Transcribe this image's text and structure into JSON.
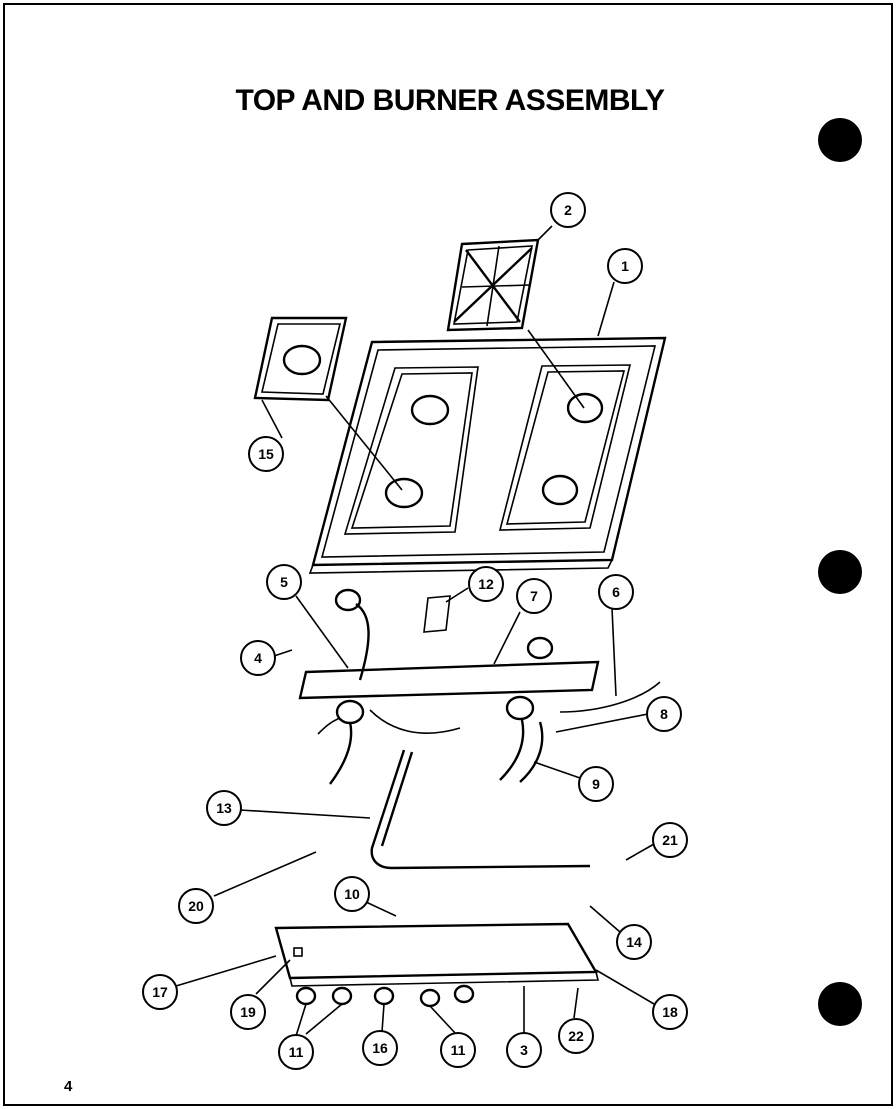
{
  "title": "TOP AND BURNER ASSEMBLY",
  "page_number": "4",
  "callouts": [
    {
      "id": "c1",
      "label": "1"
    },
    {
      "id": "c2",
      "label": "2"
    },
    {
      "id": "c3",
      "label": "3"
    },
    {
      "id": "c4",
      "label": "4"
    },
    {
      "id": "c5",
      "label": "5"
    },
    {
      "id": "c6",
      "label": "6"
    },
    {
      "id": "c7",
      "label": "7"
    },
    {
      "id": "c8",
      "label": "8"
    },
    {
      "id": "c9",
      "label": "9"
    },
    {
      "id": "c10",
      "label": "10"
    },
    {
      "id": "c11a",
      "label": "11"
    },
    {
      "id": "c11b",
      "label": "11"
    },
    {
      "id": "c12",
      "label": "12"
    },
    {
      "id": "c13",
      "label": "13"
    },
    {
      "id": "c14",
      "label": "14"
    },
    {
      "id": "c15",
      "label": "15"
    },
    {
      "id": "c16",
      "label": "16"
    },
    {
      "id": "c17",
      "label": "17"
    },
    {
      "id": "c18",
      "label": "18"
    },
    {
      "id": "c19",
      "label": "19"
    },
    {
      "id": "c20",
      "label": "20"
    },
    {
      "id": "c21",
      "label": "21"
    },
    {
      "id": "c22",
      "label": "22"
    }
  ]
}
